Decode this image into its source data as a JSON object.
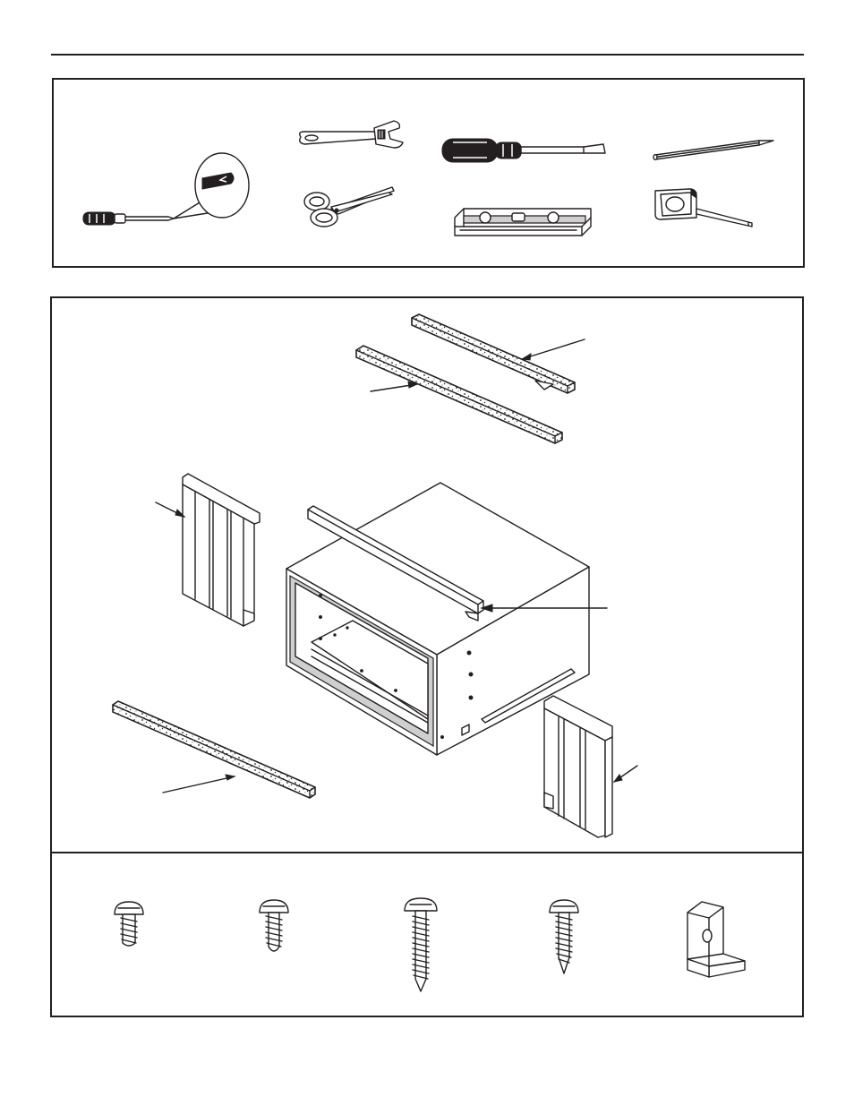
{
  "page": {
    "sections": [
      "tools",
      "parts",
      "hardware"
    ]
  },
  "tools": [
    {
      "id": "phillips-screwdriver",
      "icon": "phillips-screwdriver-icon"
    },
    {
      "id": "adjustable-wrench",
      "icon": "adjustable-wrench-icon"
    },
    {
      "id": "flat-screwdriver",
      "icon": "flat-screwdriver-icon"
    },
    {
      "id": "pencil",
      "icon": "pencil-icon"
    },
    {
      "id": "scissors",
      "icon": "scissors-icon"
    },
    {
      "id": "level",
      "icon": "level-icon"
    },
    {
      "id": "tape-measure",
      "icon": "tape-measure-icon"
    }
  ],
  "parts": [
    {
      "id": "top-foam-strip",
      "icon": "foam-strip-icon"
    },
    {
      "id": "sash-foam-strip",
      "icon": "foam-strip-icon"
    },
    {
      "id": "left-side-curtain",
      "icon": "side-curtain-icon"
    },
    {
      "id": "top-channel",
      "icon": "top-channel-icon"
    },
    {
      "id": "cabinet",
      "icon": "air-conditioner-case-icon"
    },
    {
      "id": "bottom-foam-strip",
      "icon": "foam-strip-icon"
    },
    {
      "id": "right-side-curtain",
      "icon": "side-curtain-icon"
    }
  ],
  "hardware": [
    {
      "id": "short-round-head-screw",
      "icon": "short-screw-icon"
    },
    {
      "id": "medium-screw",
      "icon": "medium-screw-icon"
    },
    {
      "id": "long-screw",
      "icon": "long-screw-icon"
    },
    {
      "id": "pointed-screw",
      "icon": "pointed-screw-icon"
    },
    {
      "id": "l-bracket",
      "icon": "l-bracket-icon"
    }
  ],
  "colors": {
    "ink": "#231f20",
    "paper": "#ffffff"
  }
}
